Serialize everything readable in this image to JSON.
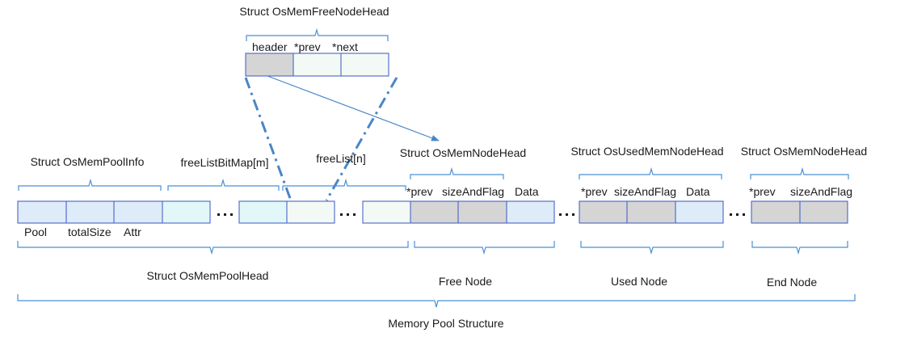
{
  "labels": {
    "free_node_head_struct": "Struct OsMemFreeNodeHead",
    "pool_info_struct": "Struct OsMemPoolInfo",
    "free_list_bitmap": "freeListBitMap[m]",
    "free_list": "freeList[n]",
    "mem_node_head_struct": "Struct OsMemNodeHead",
    "used_mem_node_head_struct": "Struct OsUsedMemNodeHead",
    "end_node_head_struct": "Struct OsMemNodeHead",
    "pool_head_struct": "Struct OsMemPoolHead",
    "free_node": "Free Node",
    "used_node": "Used Node",
    "end_node": "End Node",
    "memory_pool_structure": "Memory Pool Structure"
  },
  "fields": {
    "free_head": {
      "header": "header",
      "prev": "*prev",
      "next": "*next"
    },
    "pool": {
      "pool": "Pool",
      "total_size": "totalSize",
      "attr": "Attr"
    },
    "free_node": {
      "prev": "*prev",
      "size_and_flag": "sizeAndFlag",
      "data": "Data"
    },
    "used_node": {
      "prev": "*prev",
      "size_and_flag": "sizeAndFlag",
      "data": "Data"
    },
    "end_node": {
      "prev": "*prev",
      "size_and_flag": "sizeAndFlag"
    }
  },
  "colors": {
    "cell_border": "#3a56c4",
    "gray_fill": "#d5d5d5",
    "blue_fill": "#deebf8",
    "cyan_fill": "#e2f8f8",
    "pale_fill": "#f3f9f5",
    "connector": "#4a86c6"
  }
}
